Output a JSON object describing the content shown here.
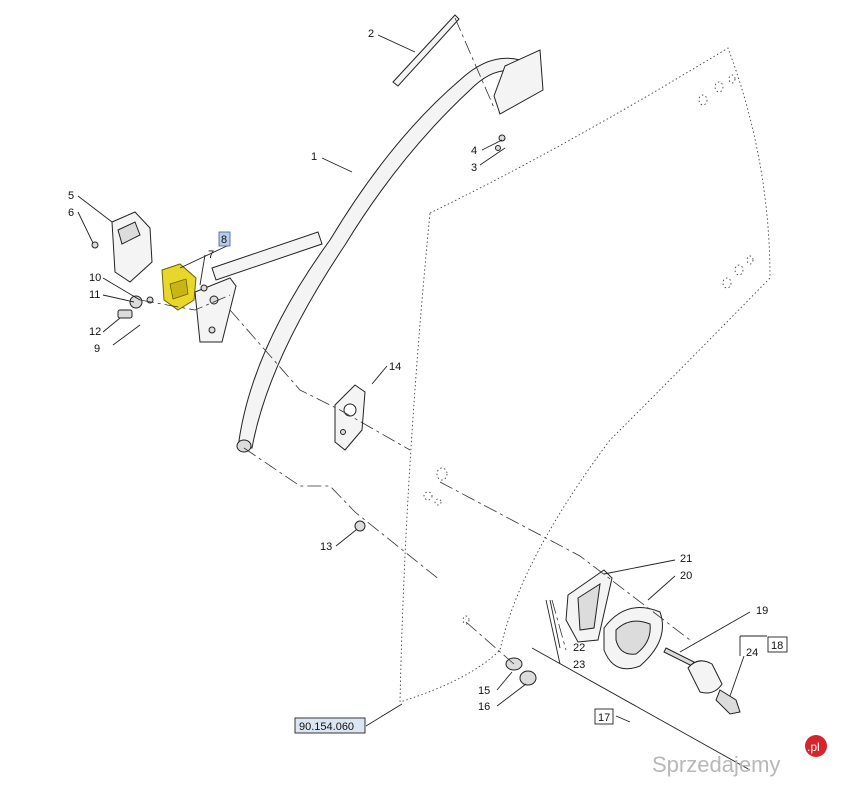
{
  "diagram": {
    "callouts": [
      {
        "id": "c1",
        "text": "1"
      },
      {
        "id": "c2",
        "text": "2"
      },
      {
        "id": "c3",
        "text": "3"
      },
      {
        "id": "c4",
        "text": "4"
      },
      {
        "id": "c5",
        "text": "5"
      },
      {
        "id": "c6",
        "text": "6"
      },
      {
        "id": "c7",
        "text": "7"
      },
      {
        "id": "c8",
        "text": "8"
      },
      {
        "id": "c9",
        "text": "9"
      },
      {
        "id": "c10",
        "text": "10"
      },
      {
        "id": "c11",
        "text": "11"
      },
      {
        "id": "c12",
        "text": "12"
      },
      {
        "id": "c13",
        "text": "13"
      },
      {
        "id": "c14",
        "text": "14"
      },
      {
        "id": "c15",
        "text": "15"
      },
      {
        "id": "c16",
        "text": "16"
      },
      {
        "id": "c17",
        "text": "17"
      },
      {
        "id": "c18",
        "text": "18"
      },
      {
        "id": "c19",
        "text": "19"
      },
      {
        "id": "c20",
        "text": "20"
      },
      {
        "id": "c21",
        "text": "21"
      },
      {
        "id": "c22",
        "text": "22"
      },
      {
        "id": "c23",
        "text": "23"
      },
      {
        "id": "c24",
        "text": "24"
      }
    ],
    "reference_code": "90.154.060",
    "highlight_color": "#e9d62a",
    "highlight_label_bg": "#b9cde8"
  },
  "watermark": {
    "text": "Sprzedajemy",
    "suffix": ".pl",
    "brand_color": "#d6262d"
  }
}
